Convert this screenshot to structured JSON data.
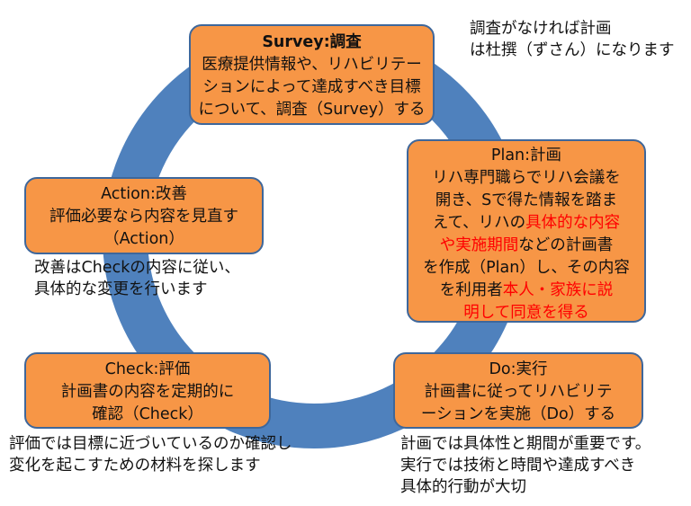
{
  "colors": {
    "ring": "#4f81bd",
    "box_fill": "#f79646",
    "box_border": "#3e679b",
    "highlight": "#ff0000"
  },
  "survey": {
    "title": "Survey:調査",
    "lines": [
      "医療提供情報や、リハビリテー",
      "ションによって達成すべき目標",
      "について、調査（Survey）する"
    ]
  },
  "plan": {
    "title": "Plan:計画",
    "l1": "リハ専門職らでリハ会議を",
    "l2": "開き、Sで得た情報を踏ま",
    "l3a": "えて、リハの",
    "l3b": "具体的な内容",
    "l4a": "や実施期間",
    "l4b": "などの計画書",
    "l5": "を作成（Plan）し、その内容",
    "l6a": "を利用者",
    "l6b": "本人・家族に説",
    "l7": "明して同意を得る"
  },
  "action": {
    "title": "Action:改善",
    "lines": [
      "評価必要なら内容を見直す",
      "（Action）"
    ]
  },
  "check": {
    "title": "Check:評価",
    "lines": [
      "計画書の内容を定期的に",
      "確認（Check）"
    ]
  },
  "do": {
    "title": "Do:実行",
    "lines": [
      "計画書に従ってリハビリテ",
      "ーションを実施（Do）する"
    ]
  },
  "notes": {
    "survey": [
      "調査がなければ計画",
      "は杜撰（ずさん）になります"
    ],
    "action": [
      "改善はCheckの内容に従い、",
      "具体的な変更を行います"
    ],
    "check": [
      "評価では目標に近づいているのか確認し",
      "変化を起こすための材料を探します"
    ],
    "do": [
      "計画では具体性と期間が重要です。",
      "実行では技術と時間や達成すべき",
      "具体的行動が大切"
    ]
  }
}
